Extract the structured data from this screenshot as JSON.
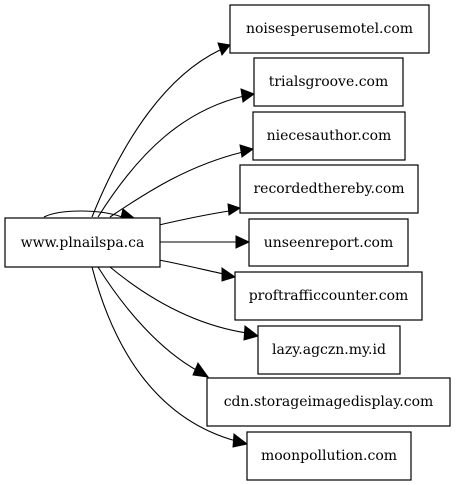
{
  "graph": {
    "source": {
      "id": "src",
      "label": "www.plnailspa.ca"
    },
    "targets": [
      {
        "id": "t0",
        "label": "noisesperusemotel.com"
      },
      {
        "id": "t1",
        "label": "trialsgroove.com"
      },
      {
        "id": "t2",
        "label": "niecesauthor.com"
      },
      {
        "id": "t3",
        "label": "recordedthereby.com"
      },
      {
        "id": "t4",
        "label": "unseenreport.com"
      },
      {
        "id": "t5",
        "label": "proftrafficcounter.com"
      },
      {
        "id": "t6",
        "label": "lazy.agczn.my.id"
      },
      {
        "id": "t7",
        "label": "cdn.storageimagedisplay.com"
      },
      {
        "id": "t8",
        "label": "moonpollution.com"
      }
    ],
    "edges": [
      {
        "from": "src",
        "to": "src"
      },
      {
        "from": "src",
        "to": "t0"
      },
      {
        "from": "src",
        "to": "t1"
      },
      {
        "from": "src",
        "to": "t2"
      },
      {
        "from": "src",
        "to": "t3"
      },
      {
        "from": "src",
        "to": "t4"
      },
      {
        "from": "src",
        "to": "t5"
      },
      {
        "from": "src",
        "to": "t6"
      },
      {
        "from": "src",
        "to": "t7"
      },
      {
        "from": "src",
        "to": "t8"
      }
    ]
  }
}
